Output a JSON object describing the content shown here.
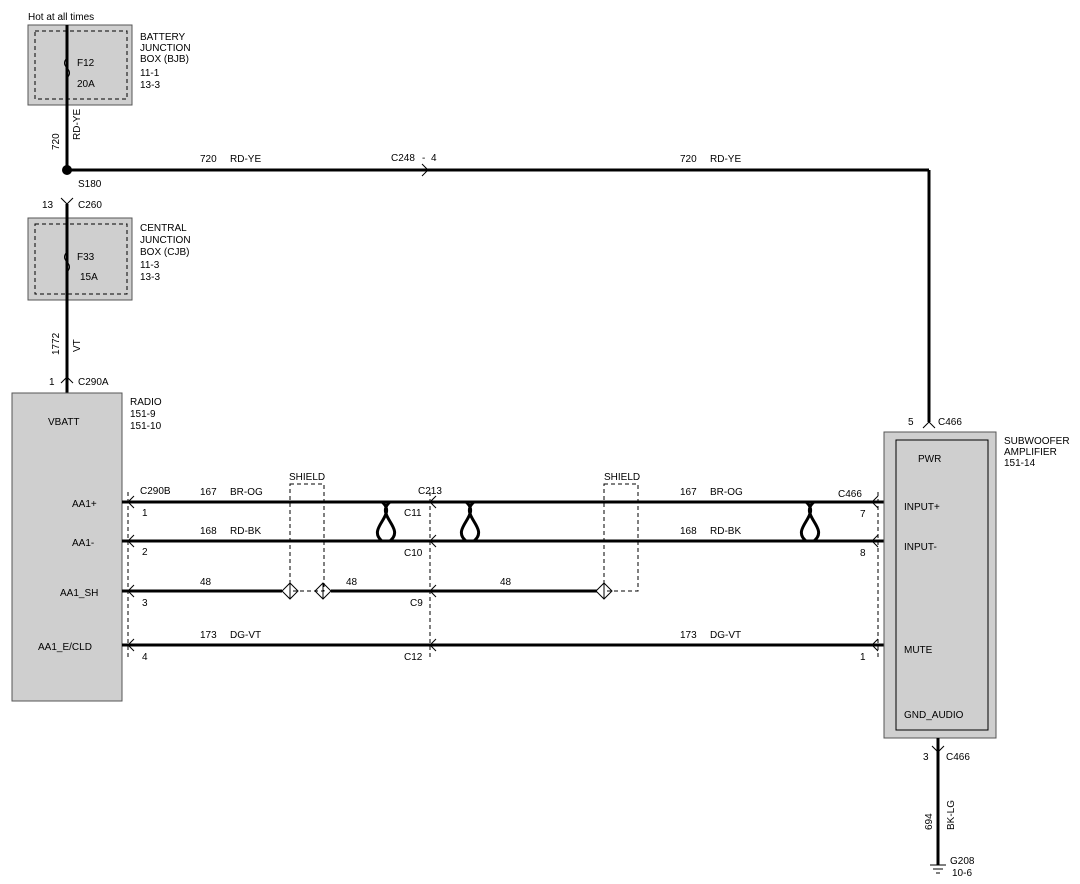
{
  "top_note": "Hot at all times",
  "bjb": {
    "lines": [
      "BATTERY",
      "JUNCTION",
      "BOX (BJB)",
      "11-1",
      "13-3"
    ],
    "fuse": "F12",
    "amps": "20A"
  },
  "cjb": {
    "lines": [
      "CENTRAL",
      "JUNCTION",
      "BOX (CJB)",
      "11-3",
      "13-3"
    ],
    "fuse": "F33",
    "amps": "15A"
  },
  "radio": {
    "lines": [
      "RADIO",
      "151-9",
      "151-10"
    ],
    "pins": [
      "VBATT",
      "AA1+",
      "AA1-",
      "AA1_SH",
      "AA1_E/CLD"
    ]
  },
  "amp": {
    "lines": [
      "SUBWOOFER",
      "AMPLIFIER",
      "151-14"
    ],
    "pins": [
      "PWR",
      "INPUT+",
      "INPUT-",
      "MUTE",
      "GND_AUDIO"
    ]
  },
  "wires": {
    "w720": "720",
    "rdye": "RD-YE",
    "w1772": "1772",
    "vt": "VT",
    "w167": "167",
    "brog": "BR-OG",
    "w168": "168",
    "rdbk": "RD-BK",
    "w48": "48",
    "w173": "173",
    "dgvt": "DG-VT",
    "w694": "694",
    "bklg": "BK-LG"
  },
  "connectors": {
    "s180": "S180",
    "c260": "C260",
    "c260_pin": "13",
    "c290a": "C290A",
    "c290a_pin": "1",
    "c248": "C248",
    "c248_pin": "4",
    "c290b": "C290B",
    "c213": "C213",
    "c466": "C466",
    "c466_pwr_pin": "5",
    "c466_gnd_pin": "3",
    "c11": "C11",
    "c10": "C10",
    "c9": "C9",
    "c12": "C12",
    "shield": "SHIELD",
    "radio_pins": [
      "1",
      "2",
      "3",
      "4"
    ],
    "amp_pins": [
      "7",
      "8",
      "1"
    ]
  },
  "ground": {
    "name": "G208",
    "ref": "10-6"
  }
}
